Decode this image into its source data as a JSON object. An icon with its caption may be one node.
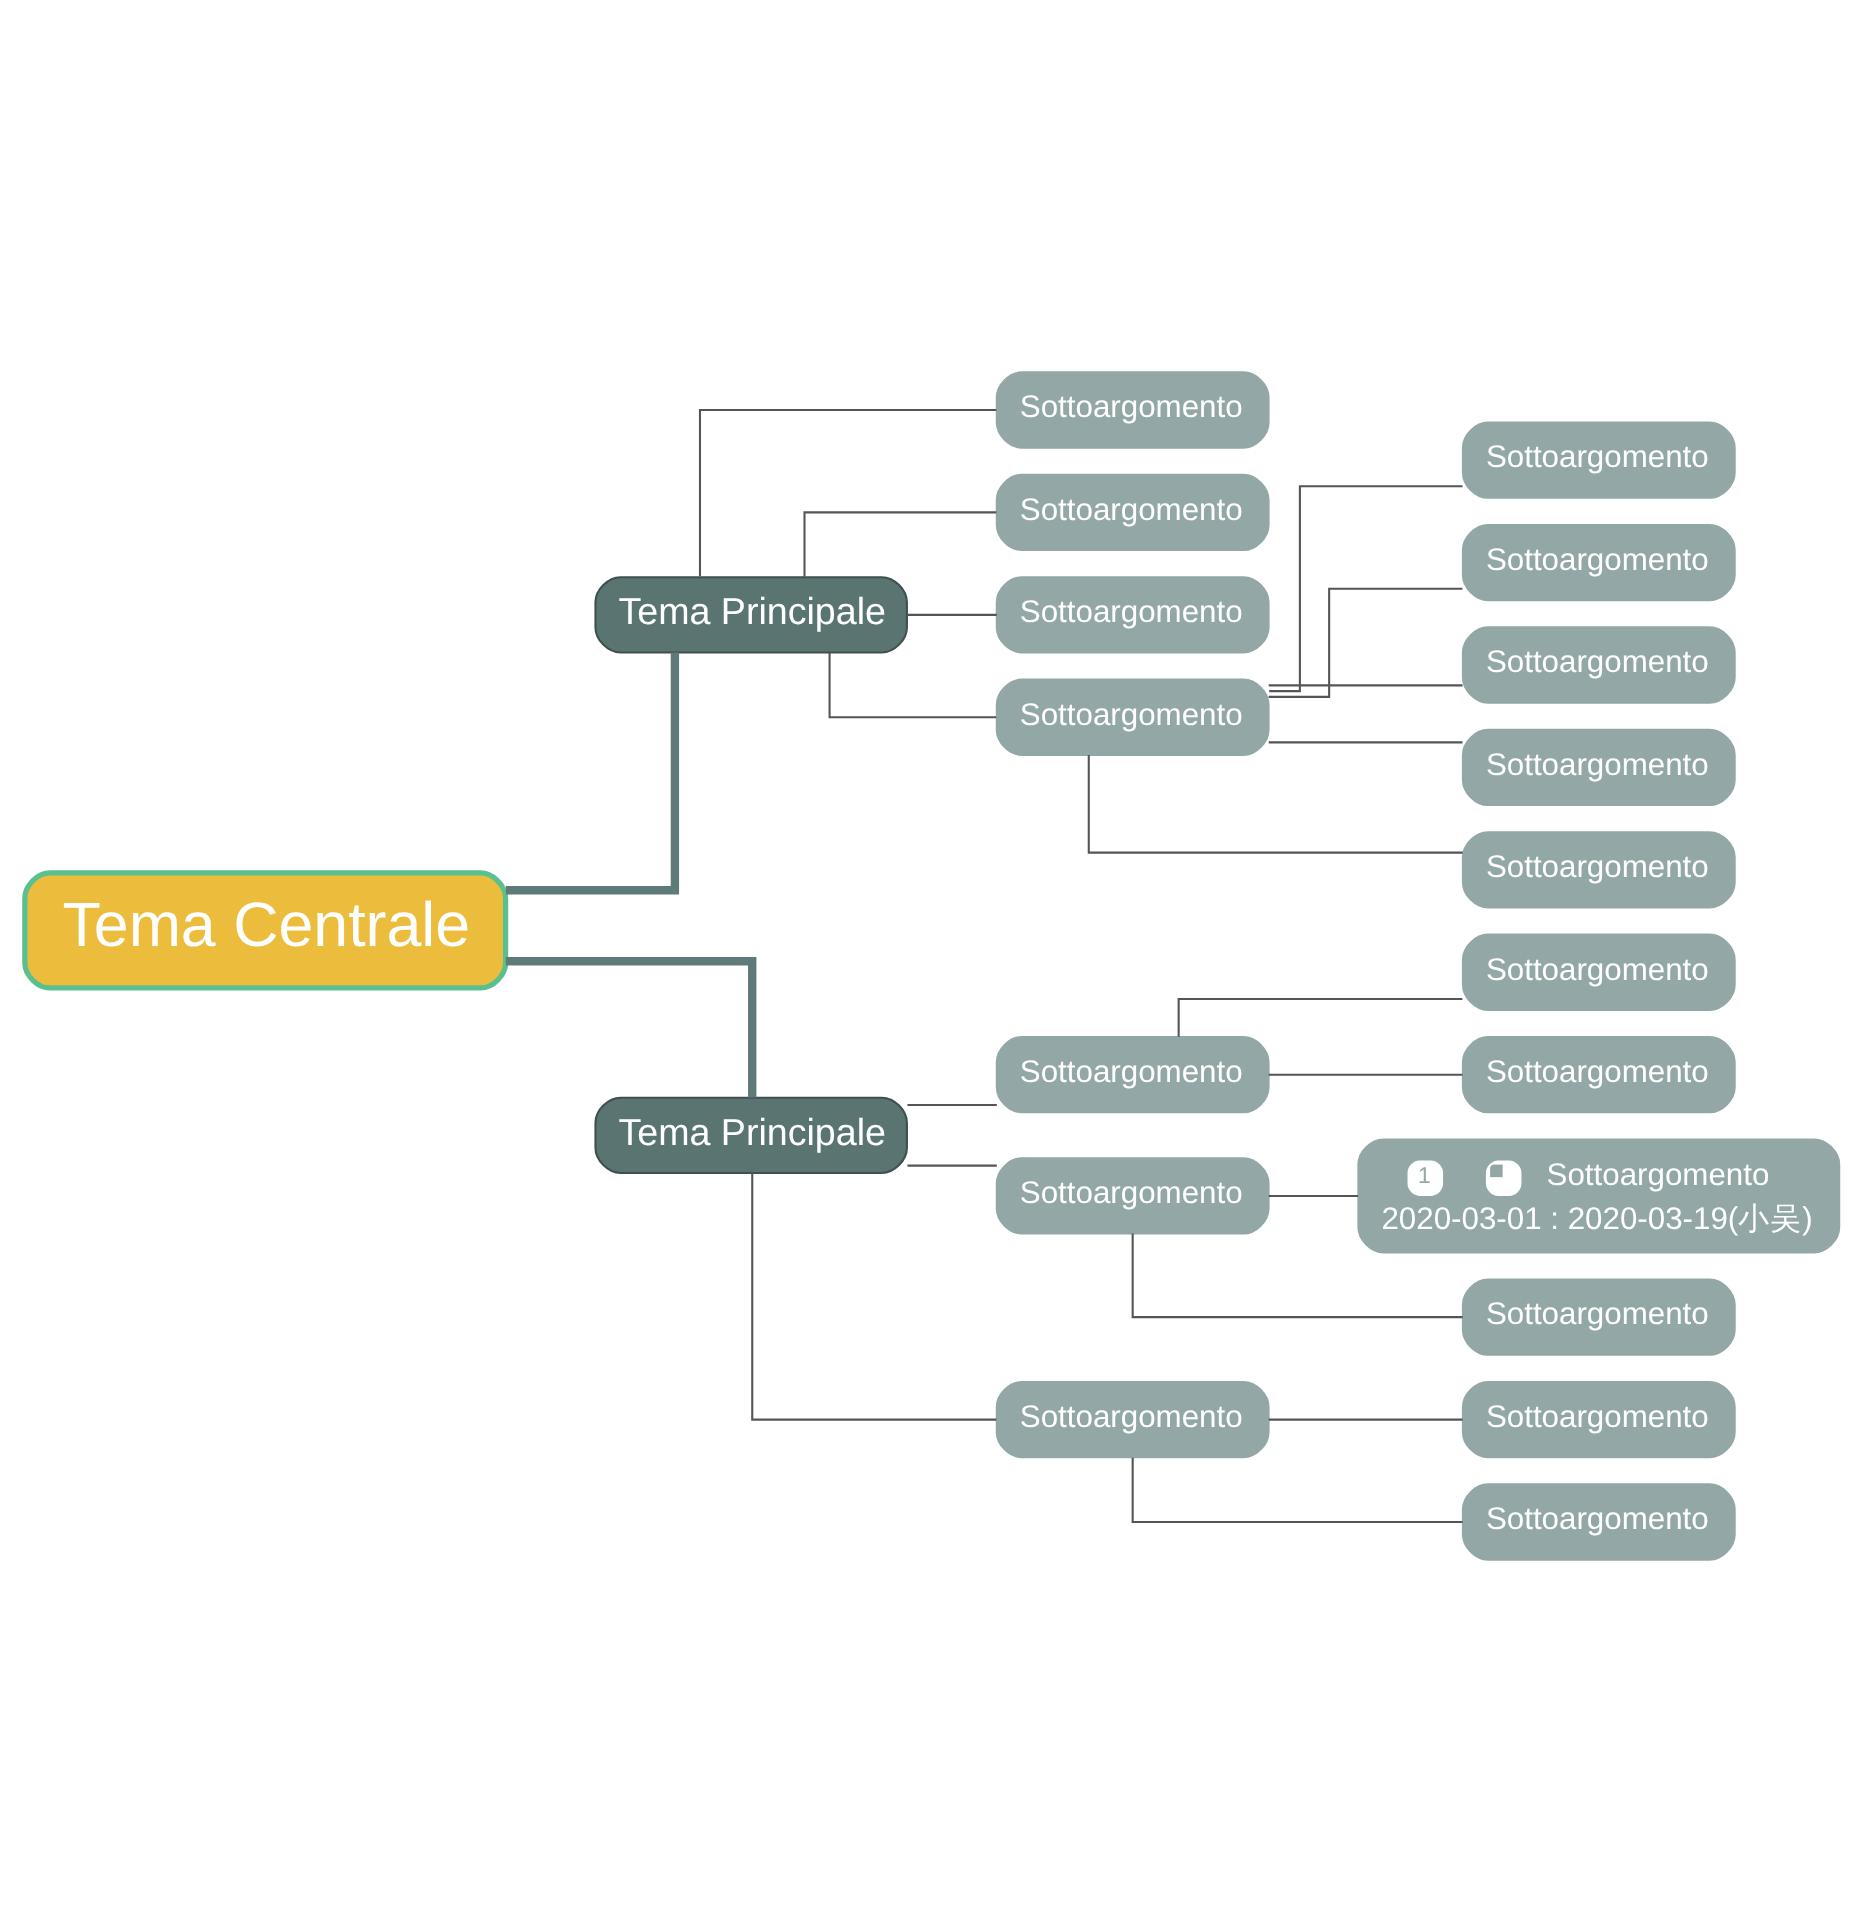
{
  "diagram": {
    "nodes": [
      {
        "text": [
          "Tema Centrale"
        ]
      },
      {
        "text": [
          "Tema Principale"
        ]
      },
      {
        "text": [
          "Sottoargomento"
        ]
      },
      {
        "text": [
          "Sottoargomento"
        ]
      },
      {
        "text": [
          "Sottoargomento"
        ]
      },
      {
        "text": [
          "Sottoargomento"
        ]
      },
      {
        "text": [
          "Sottoargomento"
        ]
      },
      {
        "text": [
          "Sottoargomento"
        ]
      },
      {
        "text": [
          "Sottoargomento"
        ]
      },
      {
        "text": [
          "Sottoargomento"
        ]
      },
      {
        "text": [
          "Sottoargomento"
        ]
      },
      {
        "text": [
          "Tema Principale"
        ]
      },
      {
        "text": [
          "Sottoargomento"
        ]
      },
      {
        "text": [
          "Sottoargomento"
        ]
      },
      {
        "text": [
          "Sottoargomento"
        ]
      },
      {
        "text": [
          "Sottoargomento"
        ]
      },
      {
        "text": [
          "1",
          "Sottoargomento",
          "2020-03-01 : 2020-03-19(小吴)"
        ]
      },
      {
        "text": [
          "Sottoargomento"
        ]
      },
      {
        "text": [
          "Sottoargomento"
        ]
      },
      {
        "text": [
          "Sottoargomento"
        ]
      },
      {
        "text": [
          "Sottoargomento"
        ]
      }
    ],
    "edges": [
      {
        "from": 0,
        "to": 1,
        "arrow": "none",
        "style": "thick",
        "color": "#5e7b79"
      },
      {
        "from": 0,
        "to": 11,
        "arrow": "none",
        "style": "thick",
        "color": "#5e7b79"
      },
      {
        "from": 1,
        "to": 2,
        "arrow": "none"
      },
      {
        "from": 1,
        "to": 3,
        "arrow": "none"
      },
      {
        "from": 1,
        "to": 4,
        "arrow": "none"
      },
      {
        "from": 1,
        "to": 5,
        "arrow": "none"
      },
      {
        "from": 5,
        "to": 6,
        "arrow": "none"
      },
      {
        "from": 5,
        "to": 7,
        "arrow": "none"
      },
      {
        "from": 5,
        "to": 8,
        "arrow": "none"
      },
      {
        "from": 5,
        "to": 9,
        "arrow": "none"
      },
      {
        "from": 5,
        "to": 10,
        "arrow": "none"
      },
      {
        "from": 11,
        "to": 12,
        "arrow": "none"
      },
      {
        "from": 11,
        "to": 15,
        "arrow": "none"
      },
      {
        "from": 11,
        "to": 18,
        "arrow": "none"
      },
      {
        "from": 12,
        "to": 13,
        "arrow": "none"
      },
      {
        "from": 12,
        "to": 14,
        "arrow": "none"
      },
      {
        "from": 15,
        "to": 16,
        "arrow": "none"
      },
      {
        "from": 15,
        "to": 17,
        "arrow": "none"
      },
      {
        "from": 18,
        "to": 19,
        "arrow": "none"
      },
      {
        "from": 18,
        "to": 20,
        "arrow": "none"
      }
    ]
  }
}
